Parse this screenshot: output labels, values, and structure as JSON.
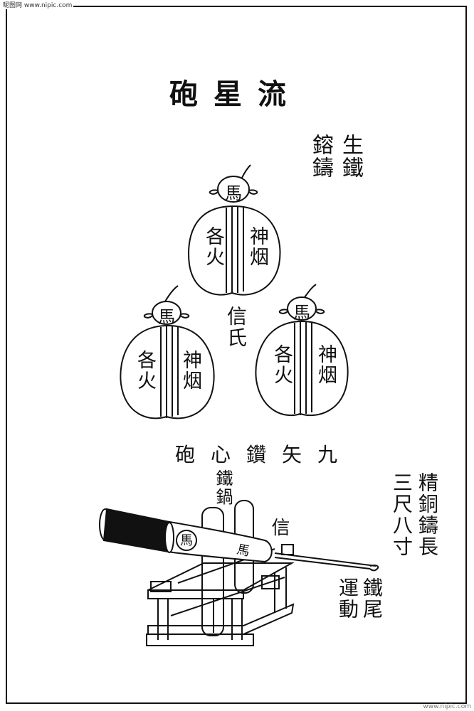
{
  "watermark_top": "昵图网 www.nipic.com",
  "watermark_bottom": "www.nipic.com",
  "title": "流星砲",
  "material_note": [
    "生鐵",
    "鎔鑄"
  ],
  "shell": {
    "cap": "馬",
    "right_label": "神烟",
    "left_label": "各火"
  },
  "fuse_note": "信氏",
  "cannon_title": "九矢鑽心砲",
  "cannon": {
    "iron_pin": "鐵鍋",
    "fuse": "信",
    "barrel_marks": [
      "馬",
      "馬"
    ],
    "spec": [
      "精銅鑄長",
      "三尺八寸"
    ],
    "tail": [
      "鐵尾",
      "運動"
    ]
  }
}
